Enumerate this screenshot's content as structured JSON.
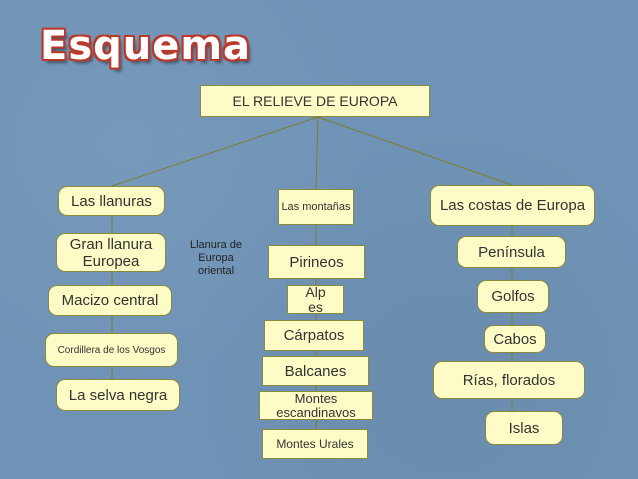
{
  "title": "Esquema",
  "root": "EL RELIEVE DE EUROPA",
  "llanuras": {
    "header": "Las llanuras",
    "gran_llanura": "Gran llanura Europea",
    "llanura_oriental": "Llanura de Europa oriental",
    "macizo": "Macizo central",
    "vosgos": "Cordillera de los Vosgos",
    "selva": "La selva negra"
  },
  "montanas": {
    "header": "Las montañas",
    "items": [
      "Pirineos",
      "Alpes",
      "Cárpatos",
      "Balcanes",
      "Montes escandinavos",
      "Montes Urales"
    ]
  },
  "costas": {
    "header": "Las costas de Europa",
    "items": [
      "Península",
      "Golfos",
      "Cabos",
      "Rías, florados",
      "Islas"
    ]
  },
  "colors": {
    "background": "#6f93b6",
    "box_fill": "#fdfbc6",
    "box_border": "#8a8a3c",
    "connector": "#7d7d32",
    "title_fill": "#ffffff",
    "title_outline": "#b93a2b"
  }
}
